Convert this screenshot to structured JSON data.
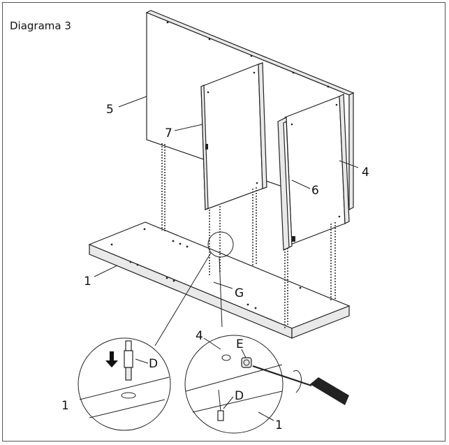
{
  "title": "Diagrama 3",
  "parts": {
    "part_1": "1",
    "part_4": "4",
    "part_5": "5",
    "part_6": "6",
    "part_7": "7",
    "hardware_g": "G"
  },
  "detail_left": {
    "label_d": "D",
    "label_1": "1"
  },
  "detail_right": {
    "label_4": "4",
    "label_e": "E",
    "label_d": "D",
    "label_1": "1"
  },
  "colors": {
    "line": "#222222",
    "panel": "#ffffff",
    "edge": "#e9e9e9"
  }
}
